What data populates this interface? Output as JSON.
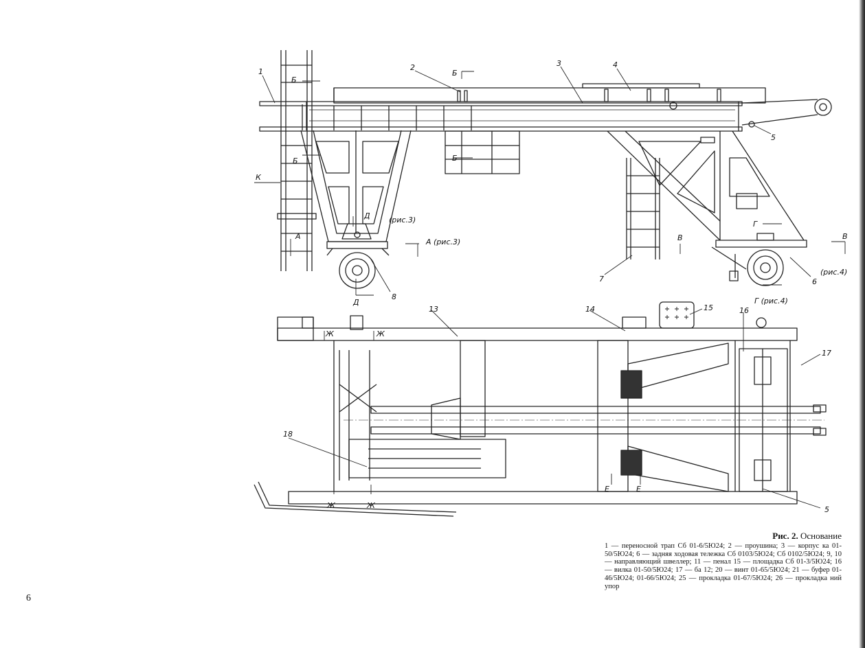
{
  "figure": {
    "title_prefix": "Рис. 2.",
    "title": "Основание",
    "legend_text": "1 — переносной трап Сб 01-6/5Ю24; 2 — проушина; 3 — корпус ка 01-50/5Ю24; 6 — задняя ходовая тележка Сб 0103/5Ю24; Сб 0102/5Ю24; 9, 10 — направляющий швеллер; 11 — пенал 15 — площадка Сб 01-3/5Ю24; 16 — вилка 01-50/5Ю24; 17 — ба 12; 20 — винт 01-65/5Ю24; 21 — буфер 01-46/5Ю24; 01-66/5Ю24; 25 — прокладка 01-67/5Ю24; 26 — прокладка ний упор"
  },
  "page_number": "6",
  "side_view_labels": {
    "n1": "1",
    "n2": "2",
    "n3": "3",
    "n4": "4",
    "n5": "5",
    "n6": "6",
    "n7": "7",
    "n8": "8",
    "sec_B": "Б",
    "sec_K": "К",
    "sec_A": "А",
    "sec_D": "Д",
    "sec_V": "В",
    "sec_G": "Г",
    "ref_fig3": "(рис.3)",
    "ref_A_fig3": "А (рис.3)",
    "ref_fig4": "(рис.4)",
    "ref_G_fig4": "Г (рис.4)"
  },
  "plan_view_labels": {
    "n13": "13",
    "n14": "14",
    "n15": "15",
    "n16": "16",
    "n17": "17",
    "n18": "18",
    "n5": "5",
    "sec_ZH": "Ж",
    "sec_E": "Е"
  }
}
